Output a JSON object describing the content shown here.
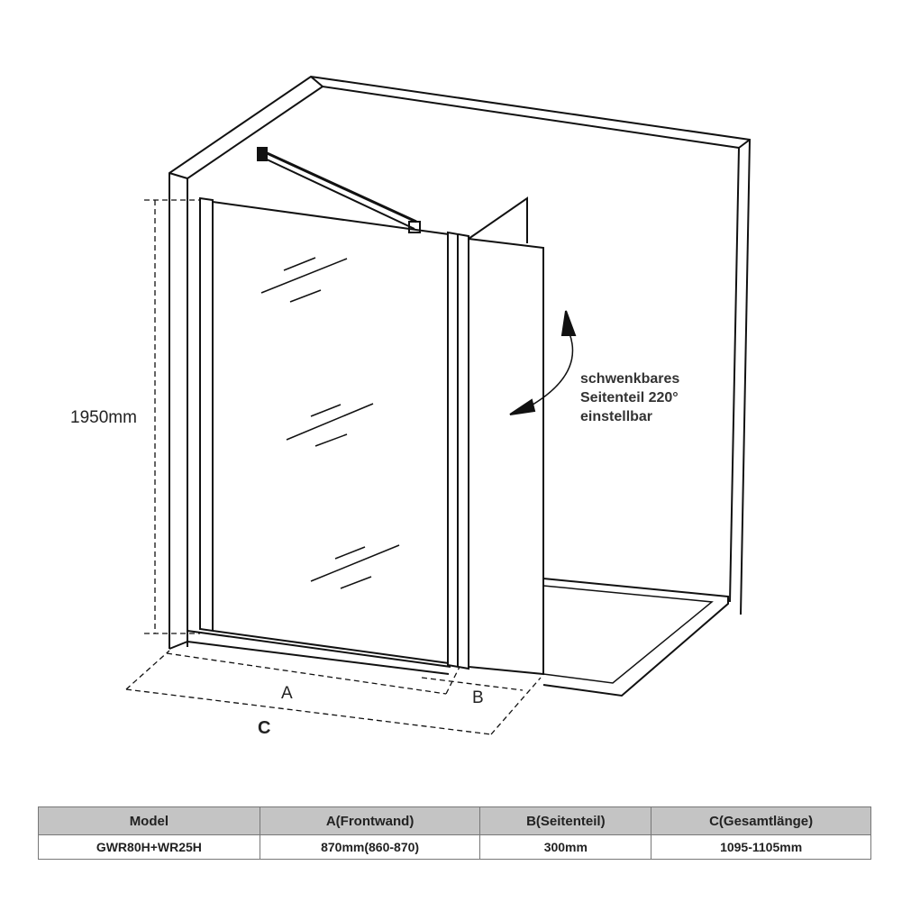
{
  "diagram": {
    "height_label": "1950mm",
    "dim_a_label": "A",
    "dim_b_label": "B",
    "dim_c_label": "C",
    "note_lines": [
      "schwenkbares",
      "Seitenteil 220°",
      "einstellbar"
    ]
  },
  "table": {
    "headers": [
      "Model",
      "A(Frontwand)",
      "B(Seitenteil)",
      "C(Gesamtlänge)"
    ],
    "rows": [
      [
        "GWR80H+WR25H",
        "870mm(860-870)",
        "300mm",
        "1095-1105mm"
      ]
    ]
  }
}
